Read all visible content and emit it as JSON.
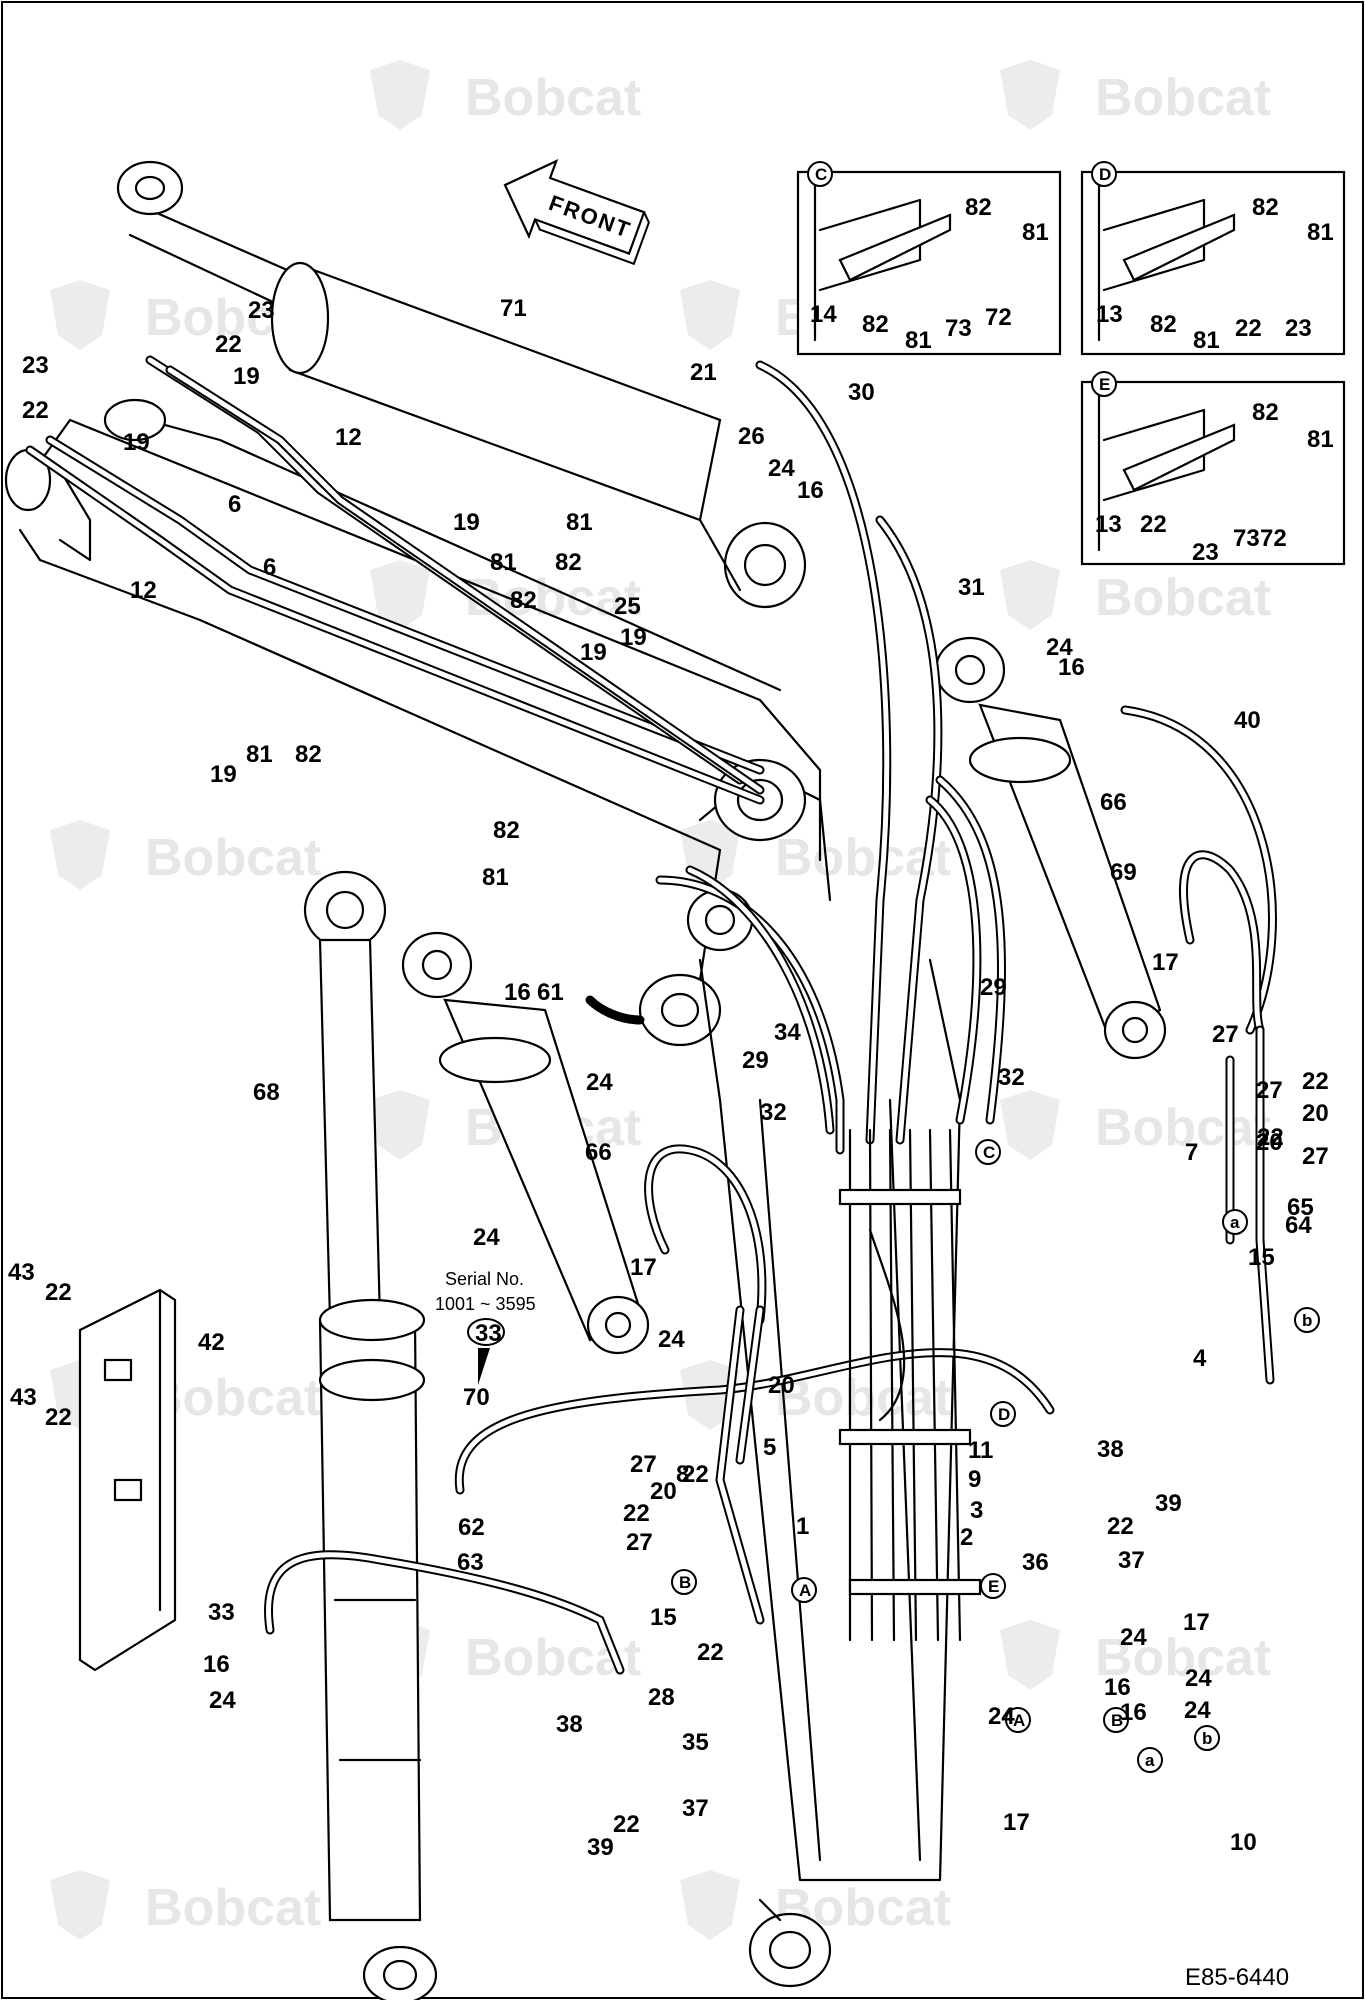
{
  "brand": "Bobcat",
  "front_label": "FRONT",
  "figure_ref": "E85-6440",
  "serial_note": {
    "line1": "Serial No.",
    "line2": "1001 ~ 3595",
    "part": "33"
  },
  "inset_tags": [
    "C",
    "D",
    "E"
  ],
  "small_tags": [
    "a",
    "b"
  ],
  "inset_C_labels": [
    "82",
    "81",
    "14",
    "82",
    "81",
    "73",
    "72"
  ],
  "inset_D_labels": [
    "82",
    "81",
    "13",
    "82",
    "81",
    "22",
    "23"
  ],
  "inset_E_labels": [
    "82",
    "81",
    "13",
    "22",
    "23",
    "73",
    "72"
  ],
  "callouts": [
    "71",
    "23",
    "22",
    "19",
    "23",
    "22",
    "19",
    "12",
    "6",
    "12",
    "6",
    "19",
    "81",
    "82",
    "19",
    "81",
    "82",
    "81",
    "82",
    "19",
    "25",
    "21",
    "26",
    "24",
    "16",
    "30",
    "31",
    "19",
    "82",
    "81",
    "24",
    "16",
    "40",
    "66",
    "69",
    "29",
    "32",
    "29",
    "32",
    "34",
    "24",
    "16",
    "61",
    "68",
    "66",
    "24",
    "17",
    "24",
    "17",
    "27",
    "22",
    "27",
    "20",
    "22",
    "20",
    "7",
    "27",
    "65",
    "64",
    "15",
    "4",
    "43",
    "22",
    "42",
    "43",
    "22",
    "70",
    "20",
    "27",
    "22",
    "5",
    "8",
    "20",
    "22",
    "27",
    "11",
    "9",
    "3",
    "2",
    "1",
    "38",
    "39",
    "22",
    "36",
    "37",
    "62",
    "63",
    "33",
    "16",
    "24",
    "15",
    "22",
    "28",
    "38",
    "35",
    "37",
    "39",
    "22",
    "17",
    "24",
    "24",
    "16",
    "24",
    "16",
    "10",
    "17",
    "24"
  ]
}
